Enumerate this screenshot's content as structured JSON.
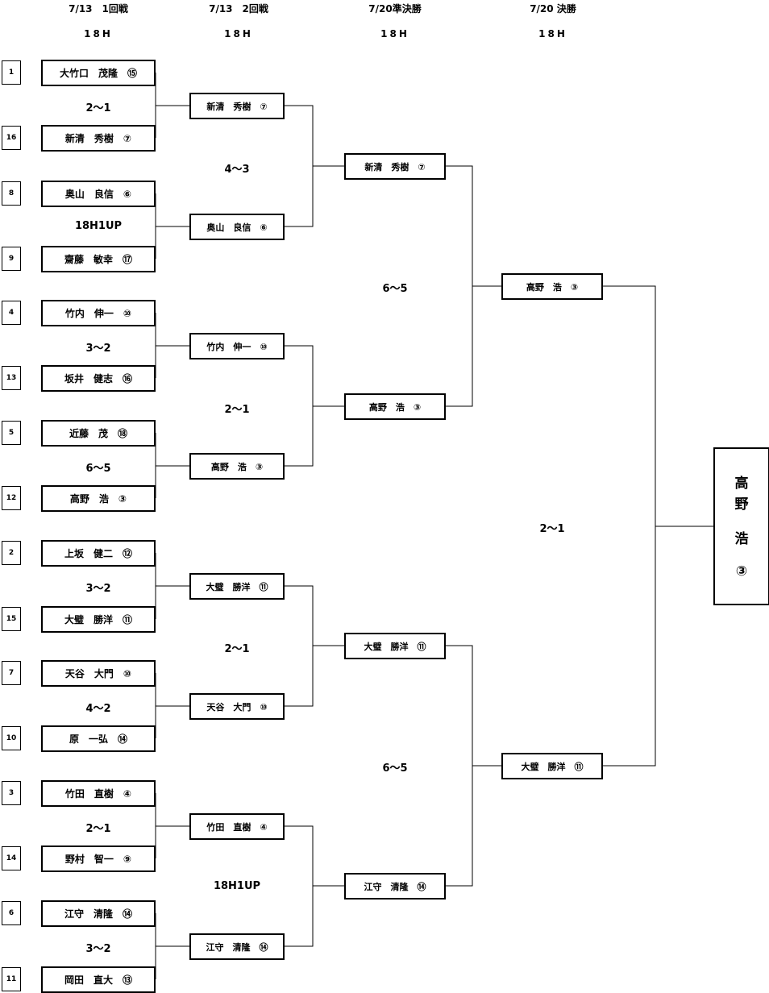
{
  "headers": [
    {
      "date": "7/13　1回戦",
      "holes": "18H"
    },
    {
      "date": "7/13　2回戦",
      "holes": "18H"
    },
    {
      "date": "7/20準決勝",
      "holes": "18H"
    },
    {
      "date": "7/20 決勝",
      "holes": "18H"
    }
  ],
  "round1": [
    {
      "seed": "1",
      "name": "大竹口　茂隆　⑮"
    },
    {
      "seed": "16",
      "name": "新清　秀樹　⑦"
    },
    {
      "seed": "8",
      "name": "奥山　良信　⑥"
    },
    {
      "seed": "9",
      "name": "齋藤　敏幸　⑰"
    },
    {
      "seed": "4",
      "name": "竹内　伸一　⑩"
    },
    {
      "seed": "13",
      "name": "坂井　健志　⑯"
    },
    {
      "seed": "5",
      "name": "近藤　茂　⑱"
    },
    {
      "seed": "12",
      "name": "高野　浩　③"
    },
    {
      "seed": "2",
      "name": "上坂　健二　⑫"
    },
    {
      "seed": "15",
      "name": "大璧　勝洋　⑪"
    },
    {
      "seed": "7",
      "name": "天谷　大門　⑩"
    },
    {
      "seed": "10",
      "name": "原　一弘　⑭"
    },
    {
      "seed": "3",
      "name": "竹田　直樹　④"
    },
    {
      "seed": "14",
      "name": "野村　智一　⑨"
    },
    {
      "seed": "6",
      "name": "江守　清隆　⑭"
    },
    {
      "seed": "11",
      "name": "岡田　直大　⑬"
    }
  ],
  "round1_scores": [
    "2～1",
    "18H1UP",
    "3～2",
    "6～5",
    "3～2",
    "4～2",
    "2～1",
    "3～2"
  ],
  "round2": [
    "新清　秀樹　⑦",
    "奥山　良信　⑥",
    "竹内　伸一　⑩",
    "高野　浩　③",
    "大璧　勝洋　⑪",
    "天谷　大門　⑩",
    "竹田　直樹　④",
    "江守　清隆　⑭"
  ],
  "round2_scores": [
    "4～3",
    "2～1",
    "2～1",
    "18H1UP"
  ],
  "semifinal": [
    "新清　秀樹　⑦",
    "高野　浩　③",
    "大璧　勝洋　⑪",
    "江守　清隆　⑭"
  ],
  "semifinal_scores": [
    "6～5",
    "6～5"
  ],
  "final": [
    "高野　浩　③",
    "大璧　勝洋　⑪"
  ],
  "final_score": "2～1",
  "champion": {
    "c1": "高",
    "c2": "野",
    "c3": "浩",
    "c4": "③"
  }
}
